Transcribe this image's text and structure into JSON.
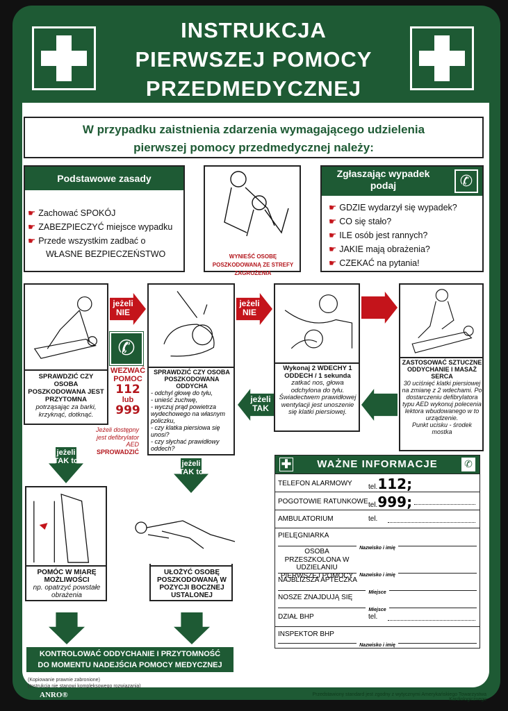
{
  "header": {
    "title_lines": [
      "INSTRUKCJA",
      "PIERWSZEJ POMOCY",
      "PRZEDMEDYCZNEJ"
    ]
  },
  "intro": {
    "lines": [
      "W przypadku zaistnienia zdarzenia wymagającego udzielenia",
      "pierwszej pomocy przedmedycznej należy:"
    ]
  },
  "basic": {
    "title": "Podstawowe zasady",
    "items": [
      "Zachować SPOKÓJ",
      "ZABEZPIECZYĆ miejsce wypadku",
      "Przede wszystkim zadbać o"
    ],
    "extra": "WŁASNE BEZPIECZEŃSTWO"
  },
  "evacuate": {
    "caption": "WYNIEŚĆ OSOBĘ POSZKODOWANĄ ZE STREFY ZAGROŻENIA"
  },
  "report": {
    "title": "Zgłaszając wypadek podaj",
    "items": [
      "GDZIE wydarzył się wypadek?",
      "CO się stało?",
      "ILE osób jest rannych?",
      "JAKIE mają obrażenia?",
      "CZEKAĆ na pytania!"
    ]
  },
  "steps": {
    "check_conscious": {
      "title": "SPRAWDZIĆ CZY OSOBA POSZKODOWANA JEST PRZYTOMNA",
      "note": "potrząsając za barki, krzyknąć, dotknąć."
    },
    "call": {
      "title": "WEZWAĆ POMOC",
      "num1": "112",
      "or": "lub",
      "num2": "999",
      "note": "Jeżeli dostępny jest defibrylator AED",
      "action": "SPROWADZIĆ"
    },
    "check_breath": {
      "title": "SPRAWDZIĆ CZY OSOBA POSZKODOWANA ODDYCHA",
      "items": [
        "- odchyl głowę do tyłu,",
        "- unieść żuchwę,",
        "- wyczuj prąd powietrza wydechowego na własnym policzku,",
        "- czy klatka piersiowa się unosi?",
        "- czy słychać prawidłowy oddech?"
      ]
    },
    "breaths": {
      "title": "Wykonaj 2 WDECHY 1 ODDECH / 1 sekunda",
      "note": "zatkać nos, głowa odchylona do tyłu. Świadectwem prawidłowej wentylacji jest unoszenie się klatki piersiowej."
    },
    "cpr": {
      "title": "ZASTOSOWAĆ SZTUCZNE ODDYCHANIE I MASAŻ SERCA",
      "note": "30 uciśnięć klatki piersiowej na zmianę z 2 wdechami. Po dostarczeniu defibrylatora typu AED wykonuj polecenia lektora wbudowanego w to urządzenie.",
      "point": "Punkt ucisku - środek mostka"
    },
    "help": {
      "title": "POMÓC W MIARĘ MOŻLIWOŚCI",
      "note": "np. opatrzyć powstałe obrażenia"
    },
    "recovery": {
      "title": "UŁOŻYĆ OSOBĘ POSZKODOWANĄ W POZYCJI BOCZNEJ USTALONEJ"
    }
  },
  "arrows": {
    "if_no": "jeżeli NIE",
    "if_yes": "jeżeli TAK",
    "if_yes_to": "jeżeli TAK to"
  },
  "final": {
    "lines": [
      "KONTROLOWAĆ ODDYCHANIE I PRZYTOMNOŚĆ",
      "DO MOMENTU NADEJŚCIA POMOCY MEDYCZNEJ"
    ]
  },
  "info": {
    "title": "WAŻNE INFORMACJE",
    "rows": [
      {
        "label": "TELEFON ALARMOWY",
        "prefix": "tel.",
        "value": "112;"
      },
      {
        "label": "POGOTOWIE RATUNKOWE",
        "prefix": "tel.",
        "value": "999;"
      },
      {
        "label": "AMBULATORIUM",
        "prefix": "tel."
      },
      {
        "label": "PIELĘGNIARKA",
        "sub": "Nazwisko i imię"
      },
      {
        "label": "OSOBA PRZESZKOLONA W UDZIELANIU PIERWSZEJ POMOCY",
        "sub": "Nazwisko i imię"
      },
      {
        "label": "NAJBLIŻSZA APTECZKA",
        "sub": "Miejsce"
      },
      {
        "label": "NOSZE ZNAJDUJĄ SIĘ",
        "sub": "Miejsce"
      },
      {
        "label": "DZIAŁ BHP",
        "prefix": "tel."
      },
      {
        "label": "INSPEKTOR BHP",
        "sub": "Nazwisko i imię"
      }
    ]
  },
  "footer": {
    "notes": [
      "(Kopiowanie prawnie zabronione)",
      "(Instrukcja nie stanowi kompleksowego rozwiązania)"
    ],
    "brand": "ANRO®",
    "standard": "Przedstawiony standard jest zgodny z wytycznymi Amerykańskiego Towarzystwa Kardiologicznego"
  },
  "colors": {
    "green": "#1e5a34",
    "red": "#c4141b"
  }
}
